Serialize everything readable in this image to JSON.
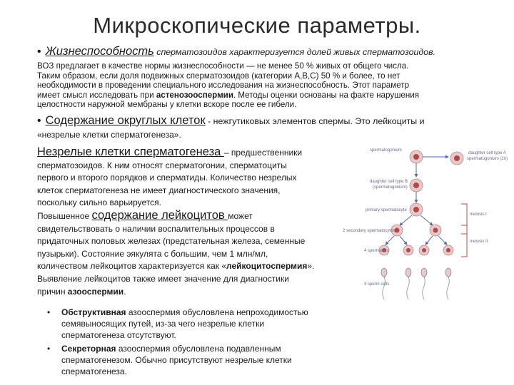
{
  "title": "Микроскопические параметры.",
  "bullet1": {
    "term": "Жизнеспособность",
    "rest": " сперматозоидов характеризуется долей живых сперматозоидов."
  },
  "para1": {
    "line1": "ВОЗ предлагает в качестве нормы жизнеспособности — не менее 50 % живых от общего числа.",
    "line2": "Таким образом, если доля подвижных сперматозоидов (категории А,В,С) 50 % и более, то нет",
    "line3": "необходимости в проведении специального исследования на жизнеспособность. Этот параметр",
    "line4a": "имеет смысл исследовать при ",
    "line4b": "астенозооспермии",
    "line4c": ". Методы оценки основаны на факте нарушения",
    "line5": "целостности наружной мембраны у клетки вскоре после ее гибели."
  },
  "bullet2": {
    "term": "Содержание округлых клеток",
    "rest": " - нежгутиковых элементов спермы. Это лейкоциты и",
    "line2": "«незрелые клетки сперматогенеза»."
  },
  "section": {
    "heading": "Незрелые клетки сперматогенеза ",
    "heading_rest": "– предшественники",
    "l1": "сперматозоидов. К ним относят сперматогонии, сперматоциты",
    "l2": "первого и второго порядков и сперматиды. Количество незрелых",
    "l3": "клеток сперматогенеза не имеет диагностического значения,",
    "l4": "поскольку сильно варьируется.",
    "l5a": "Повышенное ",
    "l5b": "содержание лейкоцитов ",
    "l5c": "может",
    "l6": "свидетельствовать о наличии воспалительных процессов в",
    "l7": "придаточных половых железах (предстательная железа, семенные",
    "l8": "пузырьки). Состояние эякулята с большим, чем 1 млн/мл,",
    "l9a": "количеством лейкоцитов характеризуется как «",
    "l9b": "лейкоцитоспермия",
    "l9c": "».",
    "l10": "Выявление лейкоцитов также имеет значение для диагностики",
    "l11a": "причин ",
    "l11b": "азооспермии",
    "l11c": "."
  },
  "list": [
    {
      "bold": "Обструктивная",
      "t1": " азооспермия обусловлена непроходимостью",
      "t2": "семявыносящих путей, из-за чего незрелые клетки",
      "t3": "сперматогенеза отсутствуют."
    },
    {
      "bold": "Секреторная",
      "t1": " азооспермия обусловлена подавленным",
      "t2": "сперматогенезом. Обычно присутствуют незрелые клетки",
      "t3": "сперматогенеза."
    }
  ],
  "diagram": {
    "labels": {
      "spermatogonium": "spermatogonium",
      "daughter_a1": "daughter cell type A",
      "daughter_a2": "spermatogonium (2n)",
      "daughter_b1": "daughter cell type B",
      "daughter_b2": "(spermatogonium)",
      "primary": "primary spermatocyte",
      "secondary": "2 secondary spermatocytes",
      "spermatids": "4 spermatids",
      "sperm": "4 sperm cells",
      "meiosis1": "meiosis I",
      "meiosis2": "meiosis II"
    },
    "colors": {
      "cell": "#e8c8c8",
      "nucleus": "#b04a4a",
      "arrow": "#5a6aa8",
      "bracket": "#cc4444"
    }
  }
}
